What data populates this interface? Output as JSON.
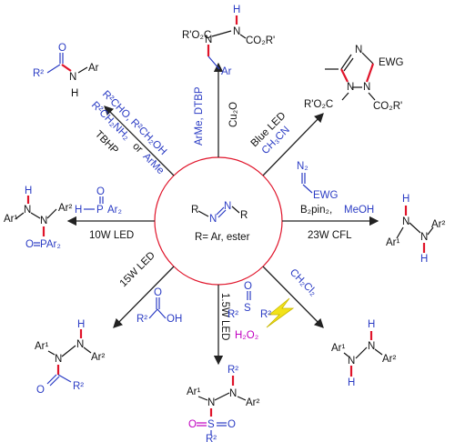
{
  "center": {
    "substrate_left": "R",
    "substrate_right": "R",
    "n1": "N",
    "n2": "N",
    "note": "R= Ar, ester"
  },
  "colors": {
    "black": "#111111",
    "blue": "#2b3cc4",
    "red": "#e0142a",
    "magenta": "#c000c0",
    "circle": "#e0142a",
    "bolt": "#f2e21a"
  },
  "top": {
    "reagent1": "ArMe, DTBP",
    "reagent2": "Cu₂O",
    "p_left": "R'O₂C",
    "p_n1": "N",
    "p_n2": "N",
    "p_h": "H",
    "p_right": "CO₂R'",
    "p_ar": "Ar"
  },
  "top_right": {
    "cond1": "Blue LED",
    "cond2": "CH₃CN",
    "diazo_n2": "N₂",
    "diazo_ewg": "EWG",
    "p_ewg": "EWG",
    "p_n": "N",
    "p_n1": "N",
    "p_n2": "N",
    "p_left": "R'O₂C",
    "p_right": "CO₂R'"
  },
  "right": {
    "cond1_a": "B₂pin₂,",
    "cond1_b": "MeOH",
    "cond2": "23W CFL",
    "p_ar1": "Ar¹",
    "p_ar2": "Ar²",
    "p_n1": "N",
    "p_n2": "N",
    "p_h1": "H",
    "p_h2": "H"
  },
  "bottom_right": {
    "solvent": "CH₂Cl₂",
    "p_ar1": "Ar¹",
    "p_ar2": "Ar²",
    "p_n1": "N",
    "p_n2": "N",
    "p_h1": "H",
    "p_h2": "H"
  },
  "bottom": {
    "cond": "1.5W LED",
    "sulfinate_r1": "R²",
    "sulfinate_s": "S",
    "sulfinate_o": "O",
    "sulfinate_r2": "R²",
    "oxidant": "H₂O₂",
    "p_ar1": "Ar¹",
    "p_ar2": "Ar²",
    "p_n1": "N",
    "p_n2": "N",
    "p_r2": "R²",
    "p_o1": "O",
    "p_s": "S",
    "p_o2": "O",
    "p_r2b": "R²"
  },
  "bottom_left": {
    "cond": "15W LED",
    "acid_r2": "R²",
    "acid_o": "O",
    "acid_oh": "OH",
    "p_ar1": "Ar¹",
    "p_ar2": "Ar²",
    "p_n1": "N",
    "p_n2": "N",
    "p_h": "H",
    "p_o": "O",
    "p_r2": "R²"
  },
  "left": {
    "reagent_h": "H",
    "reagent_p": "P",
    "reagent_ar": "Ar₂",
    "reagent_o": "O",
    "cond": "10W LED",
    "p_ar1": "Ar¹",
    "p_ar2": "Ar²",
    "p_n1": "N",
    "p_n2": "N",
    "p_h": "H",
    "p_o": "O",
    "p_p": "PAr₂"
  },
  "top_left": {
    "reagent1": "R²CHO, R²CH₂OH",
    "reagent2_a": "R²CH₂NH₂",
    "reagent2_b": "or",
    "reagent2_c": "ArMe",
    "reagent3": "TBHP",
    "p_o": "O",
    "p_r2": "R²",
    "p_n": "N",
    "p_h": "H",
    "p_ar": "Ar"
  }
}
